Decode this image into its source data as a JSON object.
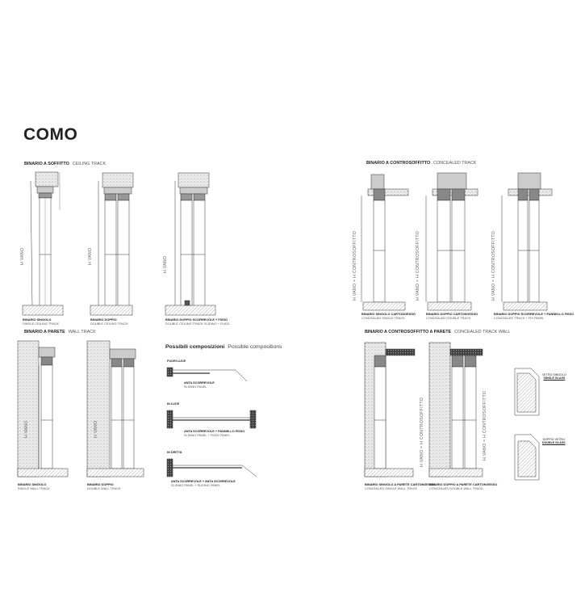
{
  "title": "COMO",
  "sections": {
    "ceiling": {
      "it": "BINARIO A SOFFITTO",
      "en": "CEILING TRACK"
    },
    "concealed": {
      "it": "BINARIO A CONTROSOFFITTO",
      "en": "CONCEALED TRACK"
    },
    "wall": {
      "it": "BINARIO A PARETE",
      "en": "WALL TRACK"
    },
    "concealed_wall": {
      "it": "BINARIO A CONTROSOFFITTO A PARETE",
      "en": "CONCEALED TRACK WALL"
    }
  },
  "captions": {
    "c1": {
      "it": "BINARIO SINGOLO",
      "en": "SINGLE CEILING TRACK"
    },
    "c2": {
      "it": "BINARIO DOPPIO",
      "en": "DOUBLE CEILING TRACK"
    },
    "c3": {
      "it": "BINARIO DOPPIO SCORREVOLE + FISSO",
      "en": "DOUBLE CEILING TRACK SLIDING + FIXED"
    },
    "c4": {
      "it": "BINARIO SINGOLO CARTONGESSO",
      "en": "CONCEALED SINGLE TRACK"
    },
    "c5": {
      "it": "BINARIO DOPPIO CARTONGESSO",
      "en": "CONCEALED DOUBLE TRACK"
    },
    "c6": {
      "it": "BINARIO DOPPIO SCORREVOLE + PANNELLO FISSO",
      "en": "CONCEALED TRACK + FIX PANEL"
    },
    "w1": {
      "it": "BINARIO SINGOLO",
      "en": "SINGLE WALL TRACK"
    },
    "w2": {
      "it": "BINARIO DOPPIO",
      "en": "DOUBLE WALL TRACK"
    },
    "cw1": {
      "it": "BINARIO SINGOLO A PARETE CARTONGESSO",
      "en": "CONCEALED SINGLE WALL TRACK"
    },
    "cw2": {
      "it": "BINARIO DOPPIO A PARETE CARTONGESSO",
      "en": "CONCEALED DOUBLE WALL TRACK"
    }
  },
  "vertical_labels": {
    "h_vano": "H VANO",
    "h_vano_contro": "H VANO = H CONTROSOFFITTO"
  },
  "compositions": {
    "title_it": "Possibili composizioni",
    "title_en": "Possible compositions",
    "items": [
      {
        "label": "FUORI LUCE",
        "desc_it": "ANTA SCORREVOLE",
        "desc_en": "SLIDING PANEL"
      },
      {
        "label": "IN LUCE",
        "desc_it": "ANTA SCORREVOLE + PANNELLO FISSO",
        "desc_en": "SLIDING PANEL + FIXED PANEL"
      },
      {
        "label": "IN DRITTA",
        "desc_it": "ANTA SCORREVOLE + ANTA SCORREVOLE",
        "desc_en": "SLIDING PANEL + SLIDING PANEL"
      }
    ]
  },
  "glass": {
    "single": {
      "it": "VETRO SINGOLO",
      "en": "SINGLE GLASS"
    },
    "double": {
      "it": "DOPPIO VETRO",
      "en": "DOUBLE GLASS"
    }
  }
}
